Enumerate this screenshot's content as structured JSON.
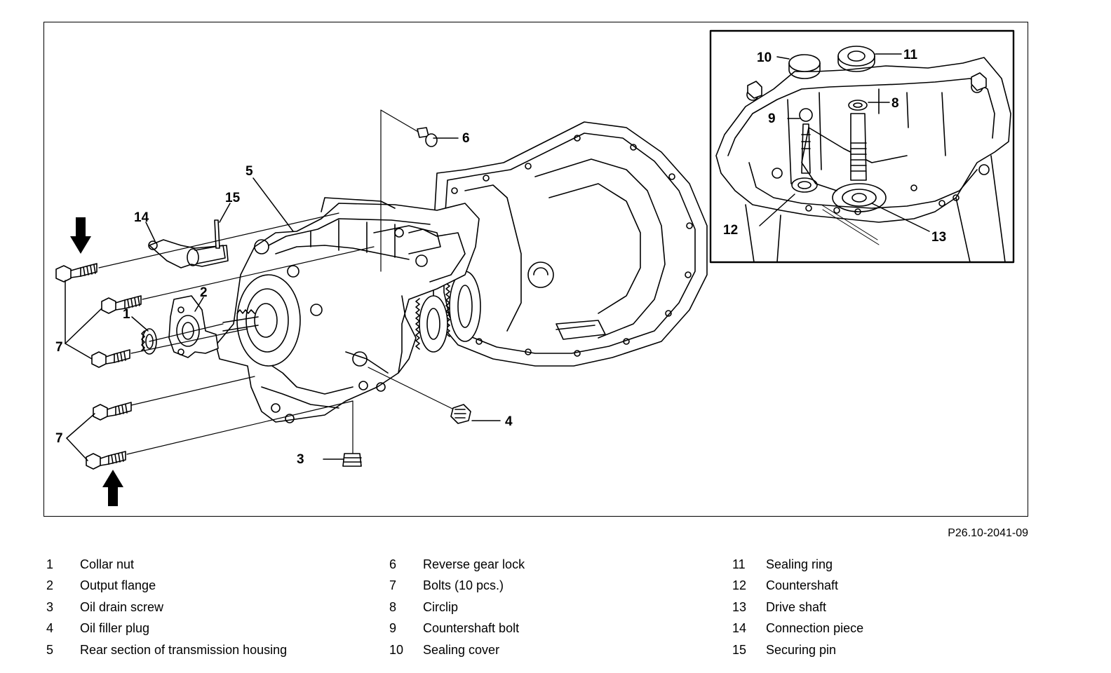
{
  "figure": {
    "reference_code": "P26.10-2041-09",
    "callouts": {
      "c1": "1",
      "c2": "2",
      "c3": "3",
      "c4": "4",
      "c5": "5",
      "c6": "6",
      "c7a": "7",
      "c7b": "7",
      "c8": "8",
      "c9": "9",
      "c10": "10",
      "c11": "11",
      "c12": "12",
      "c13": "13",
      "c14": "14",
      "c15": "15"
    }
  },
  "legend": {
    "columns": [
      [
        {
          "num": "1",
          "label": "Collar nut"
        },
        {
          "num": "2",
          "label": "Output flange"
        },
        {
          "num": "3",
          "label": "Oil drain screw"
        },
        {
          "num": "4",
          "label": "Oil filler plug"
        },
        {
          "num": "5",
          "label": "Rear section of transmission housing"
        }
      ],
      [
        {
          "num": "6",
          "label": "Reverse gear lock"
        },
        {
          "num": "7",
          "label": "Bolts (10 pcs.)"
        },
        {
          "num": "8",
          "label": "Circlip"
        },
        {
          "num": "9",
          "label": "Countershaft bolt"
        },
        {
          "num": "10",
          "label": "Sealing cover"
        }
      ],
      [
        {
          "num": "11",
          "label": "Sealing ring"
        },
        {
          "num": "12",
          "label": "Countershaft"
        },
        {
          "num": "13",
          "label": "Drive shaft"
        },
        {
          "num": "14",
          "label": "Connection piece"
        },
        {
          "num": "15",
          "label": "Securing pin"
        }
      ]
    ]
  }
}
